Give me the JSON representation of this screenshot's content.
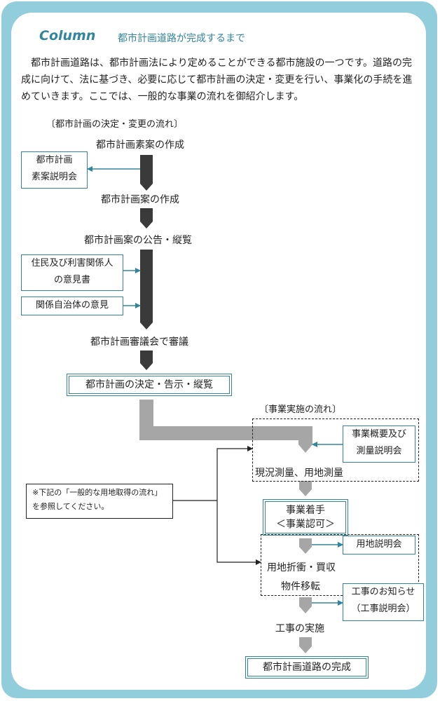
{
  "header": {
    "column_label": "Column",
    "title": "都市計画道路が完成するまで"
  },
  "intro": "都市計画道路は、都市計画法により定めることができる都市施設の一つです。道路の完成に向けて、法に基づき、必要に応じて都市計画の決定・変更を行い、事業化の手続を進めていきます。ここでは、一般的な事業の流れを御紹介します。",
  "section_plan": "〔都市計画の決定・変更の流れ〕",
  "section_project": "〔事業実施の流れ〕",
  "steps": {
    "s1": "都市計画素案の作成",
    "s2": "都市計画案の作成",
    "s3": "都市計画案の公告・縦覧",
    "s4": "都市計画審議会で審議",
    "s5": "都市計画の決定・告示・縦覧",
    "s6": "現況測量、用地測量",
    "s7_line1": "事業着手",
    "s7_line2": "＜事業認可＞",
    "s8_line1": "用地折衝・買収",
    "s8_line2": "物件移転",
    "s9": "工事の実施",
    "s10": "都市計画道路の完成"
  },
  "side_boxes": {
    "plan_explain_1": "都市計画",
    "plan_explain_2": "素案説明会",
    "resident_opinion_1": "住民及び利害関係人",
    "resident_opinion_2": "の意見書",
    "municipal_opinion": "関係自治体の意見",
    "survey_explain_1": "事業概要及び",
    "survey_explain_2": "測量説明会",
    "land_explain": "用地説明会",
    "work_notice_1": "工事のお知らせ",
    "work_notice_2": "（工事説明会）"
  },
  "note": "※下記の「一般的な用地取得の流れ」を参照してください。",
  "colors": {
    "frame": "#92cddc",
    "accent": "#31859c",
    "dark_arrow": "#3a3a3a",
    "gray_arrow": "#a6a6a6"
  }
}
